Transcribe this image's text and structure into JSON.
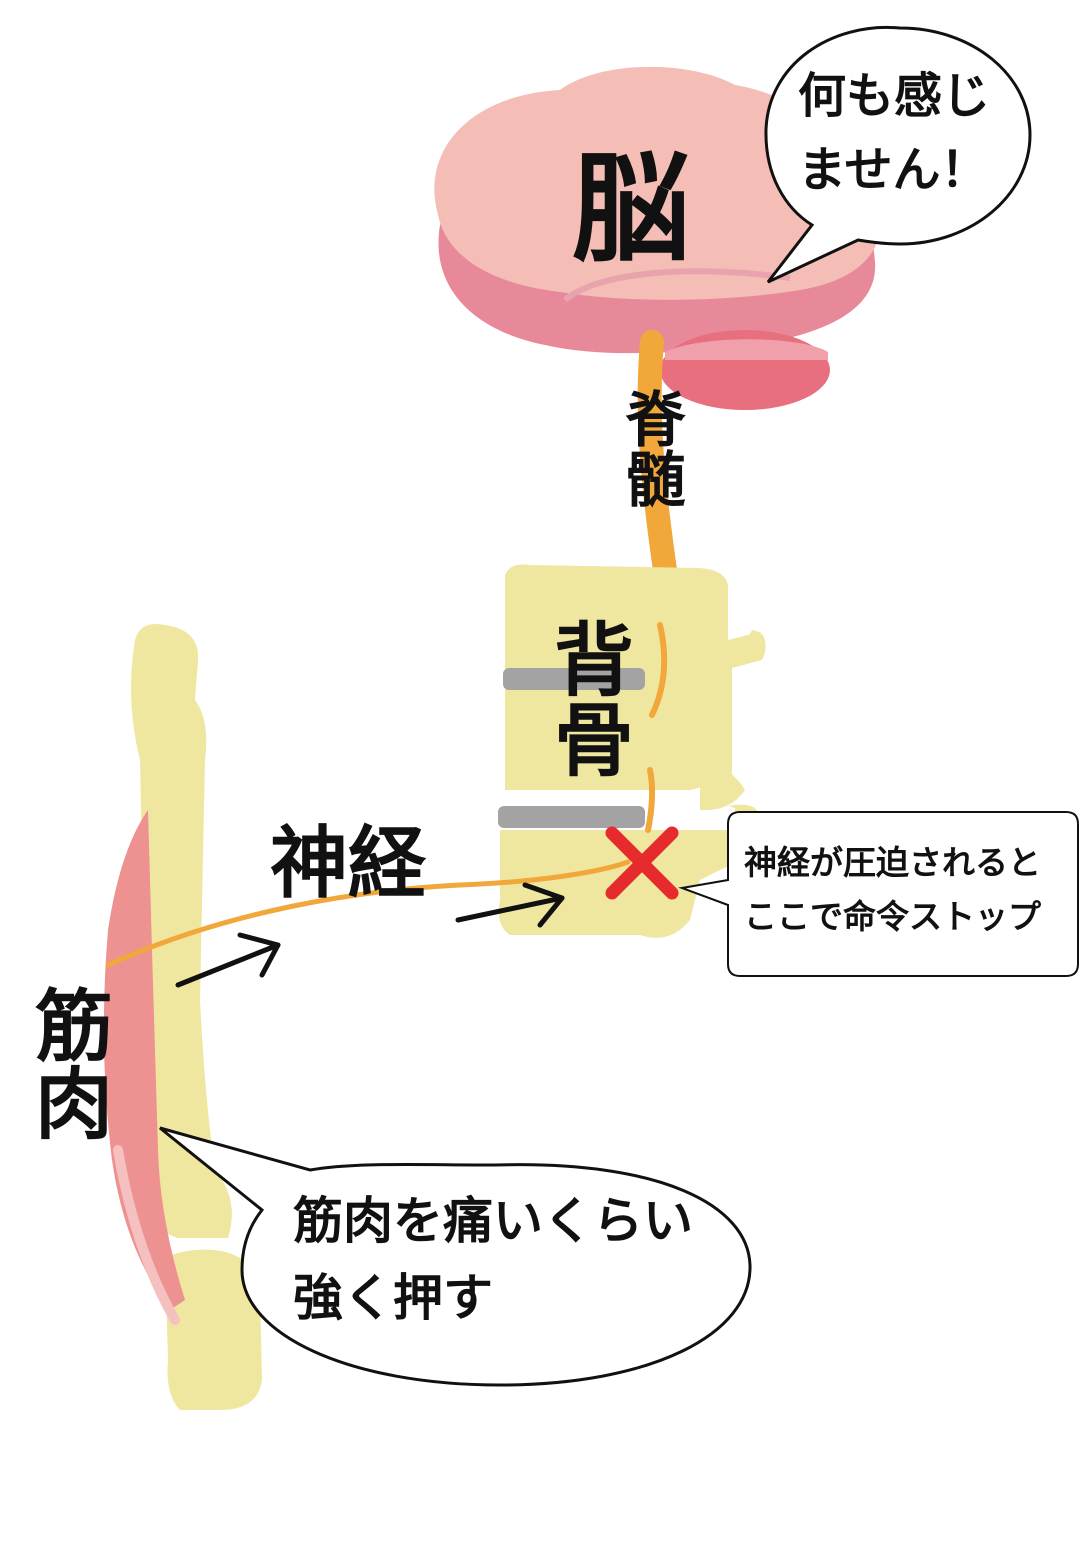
{
  "labels": {
    "brain": "脳",
    "spinal_cord": "脊髄",
    "spine": "背骨",
    "nerve": "神経",
    "muscle": "筋肉"
  },
  "bubbles": {
    "brain_line1": "何も感じ",
    "brain_line2": "ません！",
    "nerve_line1": "神経が圧迫されると",
    "nerve_line2": "ここで命令ストップ",
    "muscle_line1": "筋肉を痛いくらい",
    "muscle_line2": "強く押す"
  },
  "colors": {
    "brain": "#f4bdb5",
    "brain_shadow": "#e8899a",
    "cerebellum": "#e86f7e",
    "nerve": "#f2a73b",
    "bone": "#efe7a0",
    "disc": "#a3a3a3",
    "muscle": "#ee9191",
    "block_mark": "#e52b2b",
    "ink": "#111111"
  }
}
